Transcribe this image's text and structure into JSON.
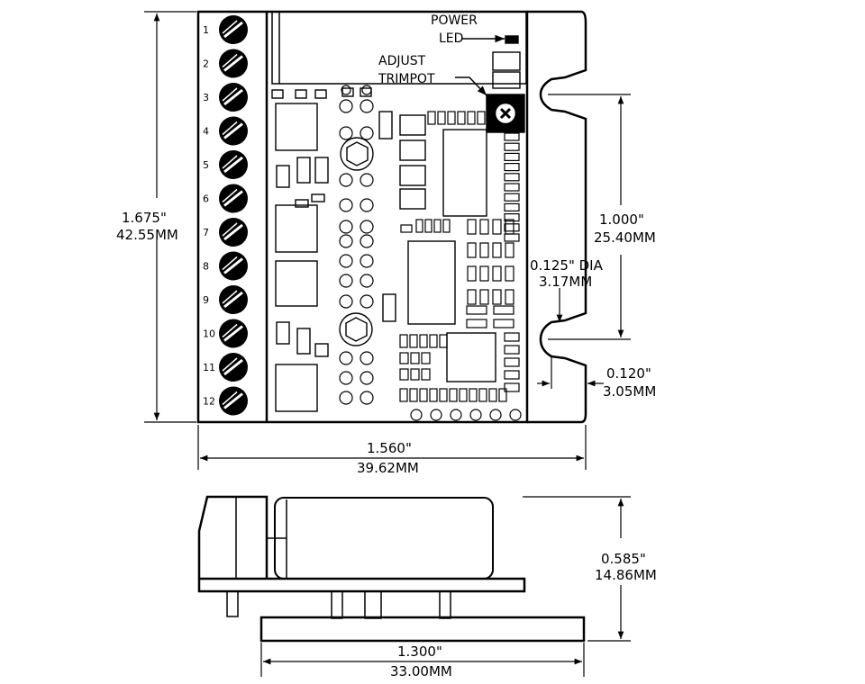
{
  "callouts": {
    "power_led_line1": "POWER",
    "power_led_line2": "LED",
    "adjust_line1": "ADJUST",
    "adjust_line2": "TRIMPOT"
  },
  "dimensions": {
    "height_in": "1.675\"",
    "height_mm": "42.55MM",
    "width_in": "1.560\"",
    "width_mm": "39.62MM",
    "hole_spacing_in": "1.000\"",
    "hole_spacing_mm": "25.40MM",
    "hole_dia_in": "0.125\" DIA",
    "hole_dia_mm": "3.17MM",
    "tab_in": "0.120\"",
    "tab_mm": "3.05MM",
    "side_height_in": "0.585\"",
    "side_height_mm": "14.86MM",
    "side_width_in": "1.300\"",
    "side_width_mm": "33.00MM"
  },
  "terminals": [
    "1",
    "2",
    "3",
    "4",
    "5",
    "6",
    "7",
    "8",
    "9",
    "10",
    "11",
    "12"
  ],
  "colors": {
    "ink": "#000000",
    "paper": "#ffffff"
  }
}
